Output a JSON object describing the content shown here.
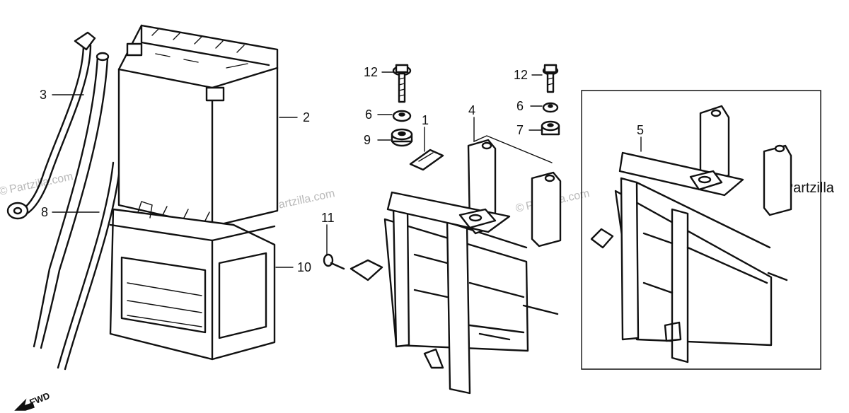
{
  "watermark": {
    "copyright_symbol": "©",
    "text": "Partzilla.com",
    "edge_text": "Partzilla"
  },
  "callouts": [
    {
      "id": "c1",
      "label": "1"
    },
    {
      "id": "c2",
      "label": "2"
    },
    {
      "id": "c3",
      "label": "3"
    },
    {
      "id": "c4",
      "label": "4"
    },
    {
      "id": "c5",
      "label": "5"
    },
    {
      "id": "c6a",
      "label": "6"
    },
    {
      "id": "c6b",
      "label": "6"
    },
    {
      "id": "c7",
      "label": "7"
    },
    {
      "id": "c8",
      "label": "8"
    },
    {
      "id": "c9",
      "label": "9"
    },
    {
      "id": "c10",
      "label": "10"
    },
    {
      "id": "c11",
      "label": "11"
    },
    {
      "id": "c12a",
      "label": "12"
    },
    {
      "id": "c12b",
      "label": "12"
    }
  ],
  "direction_indicator": {
    "label": "FWD"
  },
  "colors": {
    "ink": "#111111",
    "watermark": "#b9b9b9",
    "background": "#ffffff"
  }
}
